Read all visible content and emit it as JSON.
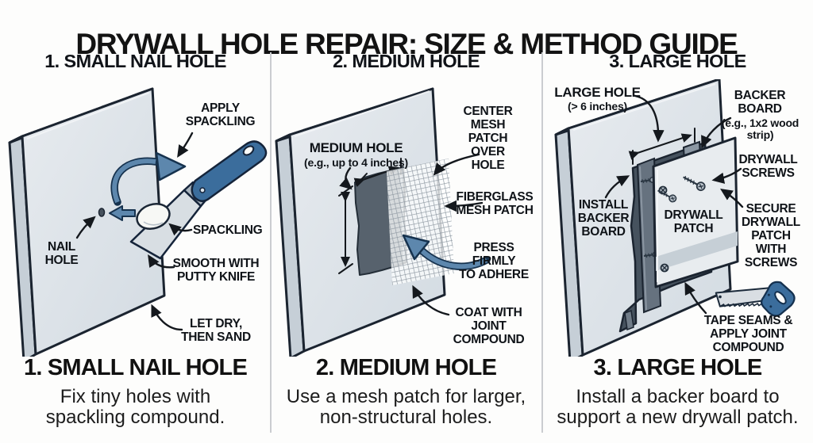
{
  "title": "DRYWALL HOLE REPAIR: SIZE & METHOD GUIDE",
  "colors": {
    "accent_blue": "#3b6d9c",
    "arrow_blue": "#5d87ad",
    "outline": "#1b2430",
    "wall_face": "#dde3e9",
    "wall_edge": "#c6cfd7",
    "hole_dark": "#57626d",
    "divider": "#cbcdd0",
    "text": "#111418"
  },
  "panels": [
    {
      "header": "1. SMALL NAIL HOLE",
      "footer": {
        "title": "1. SMALL NAIL HOLE",
        "desc": "Fix tiny holes with\nspackling compound."
      },
      "callouts": {
        "apply": "APPLY\nSPACKLING",
        "nail_hole": "NAIL\nHOLE",
        "spackling": "SPACKLING",
        "smooth": "SMOOTH WITH\nPUTTY KNIFE",
        "let_dry": "LET DRY,\nTHEN SAND"
      }
    },
    {
      "header": "2. MEDIUM HOLE",
      "footer": {
        "title": "2. MEDIUM HOLE",
        "desc": "Use a mesh patch for larger,\nnon-structural holes."
      },
      "callouts": {
        "medium_hole": "MEDIUM HOLE",
        "medium_hole_sub": "(e.g., up to 4 inches)",
        "center_mesh": "CENTER\nMESH\nPATCH OVER\nHOLE",
        "fiberglass": "FIBERGLASS\nMESH PATCH",
        "press": "PRESS\nFIRMLY\nTO ADHERE",
        "coat": "COAT WITH\nJOINT\nCOMPOUND"
      }
    },
    {
      "header": "3. LARGE HOLE",
      "footer": {
        "title": "3. LARGE HOLE",
        "desc": "Install a backer board to\nsupport a new drywall patch."
      },
      "callouts": {
        "large_hole": "LARGE HOLE",
        "large_hole_sub": "(> 6 inches)",
        "backer_board": "BACKER\nBOARD",
        "backer_board_sub": "(e.g., 1x2 wood\nstrip)",
        "drywall_screws": "DRYWALL\nSCREWS",
        "install_backer": "INSTALL\nBACKER\nBOARD",
        "drywall_patch": "DRYWALL\nPATCH",
        "secure": "SECURE\nDRYWALL\nPATCH\nWITH\nSCREWS",
        "tape_seams": "TAPE SEAMS &\nAPPLY JOINT\nCOMPOUND"
      }
    }
  ]
}
